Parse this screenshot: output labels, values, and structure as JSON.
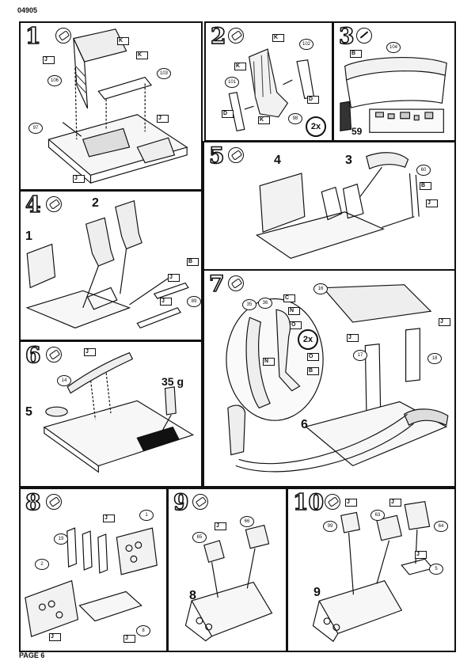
{
  "page": {
    "header_code": "04905",
    "footer": "PAGE 6"
  },
  "steps": [
    {
      "n": "1",
      "labels": {
        "a": "106",
        "b": "103",
        "c": "97"
      },
      "jk_tags": [
        "J",
        "K",
        "K",
        "J",
        "J"
      ]
    },
    {
      "n": "2",
      "labels": {
        "a": "102",
        "b": "101",
        "c": "98"
      },
      "multiplier": "2x",
      "tags": [
        "K",
        "K",
        "D",
        "K",
        "D"
      ]
    },
    {
      "n": "3",
      "labels": {
        "a": "104",
        "b": "59"
      },
      "tags": [
        "B"
      ]
    },
    {
      "n": "4",
      "labels": {
        "p1": "1",
        "p2": "2",
        "p89": "89"
      },
      "tags": [
        "B",
        "J",
        "J"
      ]
    },
    {
      "n": "5",
      "labels": {
        "p3": "3",
        "p4": "4",
        "p60": "60"
      },
      "tags": [
        "B",
        "J"
      ]
    },
    {
      "n": "6",
      "labels": {
        "p14": "14",
        "p5": "5"
      },
      "weight": "35 g",
      "tags": [
        "J"
      ]
    },
    {
      "n": "7",
      "labels": {
        "p35": "35",
        "p36": "36",
        "p16": "16",
        "p17": "17",
        "p18": "18",
        "p6": "6"
      },
      "multiplier": "2x",
      "tags": [
        "C",
        "N",
        "O",
        "N",
        "O",
        "B",
        "J",
        "J"
      ]
    },
    {
      "n": "8",
      "labels": {
        "p1": "1",
        "p19": "19",
        "p2": "2",
        "p8": "8"
      },
      "tags": [
        "J",
        "J",
        "J"
      ]
    },
    {
      "n": "9",
      "labels": {
        "p65": "65",
        "p66": "66",
        "p8": "8"
      },
      "tags": [
        "J"
      ]
    },
    {
      "n": "10",
      "labels": {
        "p99": "99",
        "p63": "63",
        "p64": "64",
        "p5": "5",
        "p9": "9"
      },
      "tags": [
        "J",
        "J",
        "J"
      ]
    }
  ]
}
